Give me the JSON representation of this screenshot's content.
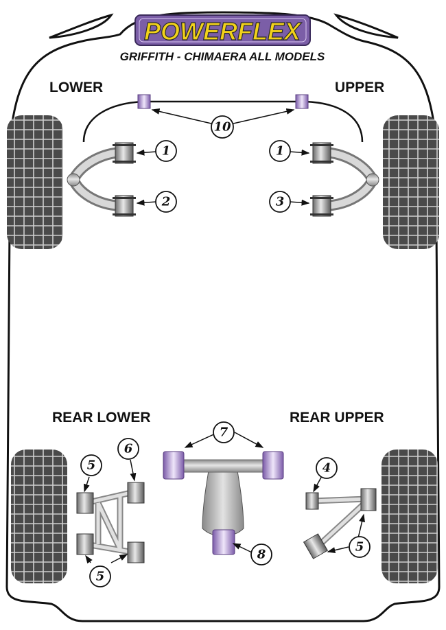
{
  "brand": {
    "logo_text": "POWERFLEX",
    "accent_color": "#f2d21a",
    "badge_color": "#7b5ea7"
  },
  "subtitle": "GRIFFITH - CHIMAERA ALL MODELS",
  "sections": {
    "front_lower": "LOWER",
    "front_upper": "UPPER",
    "rear_lower": "REAR LOWER",
    "rear_upper": "REAR UPPER"
  },
  "callouts": {
    "anti_roll_bar": "10",
    "front_lower_front": "1",
    "front_lower_rear": "2",
    "front_upper_front": "1",
    "front_upper_rear": "3",
    "rear_lower_inner": "5",
    "rear_lower_outer": "6",
    "rear_lower_bottom": "5",
    "diff_mount_front": "7",
    "diff_mount_rear": "8",
    "rear_upper_inner": "4",
    "rear_upper_outer": "5"
  },
  "colors": {
    "purple_bush": "#b39ad6",
    "metal": "#c8c8c8",
    "tyre": "#444444"
  }
}
